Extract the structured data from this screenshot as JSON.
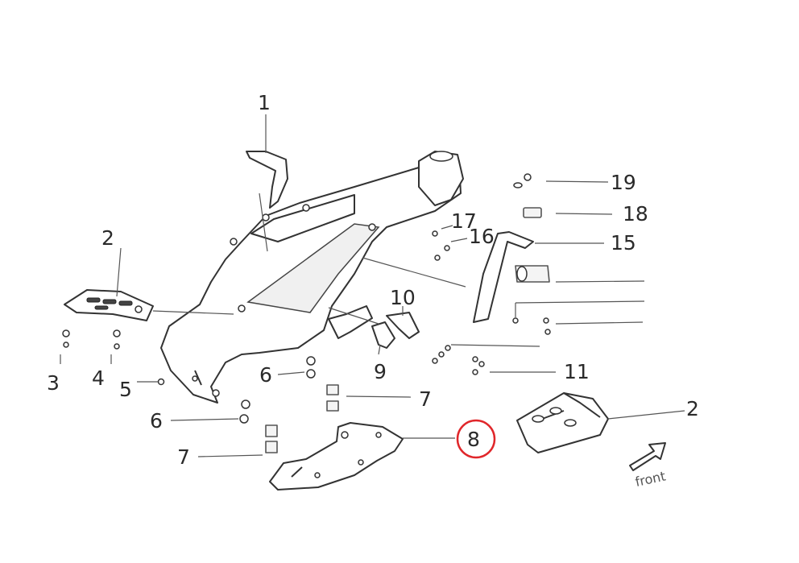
{
  "diagram": {
    "title": "Frame exploded parts diagram",
    "labels": {
      "p1": "1",
      "p2_left": "2",
      "p2_right": "2",
      "p3": "3",
      "p4": "4",
      "p5": "5",
      "p6_top": "6",
      "p6_bottom": "6",
      "p7_top": "7",
      "p7_bottom": "7",
      "p8": "8",
      "p9": "9",
      "p10": "10",
      "p11": "11",
      "p15": "15",
      "p16": "16",
      "p17": "17",
      "p18": "18",
      "p19": "19",
      "front": "front"
    },
    "highlight": {
      "part": "8",
      "color": "#e0262a"
    }
  }
}
